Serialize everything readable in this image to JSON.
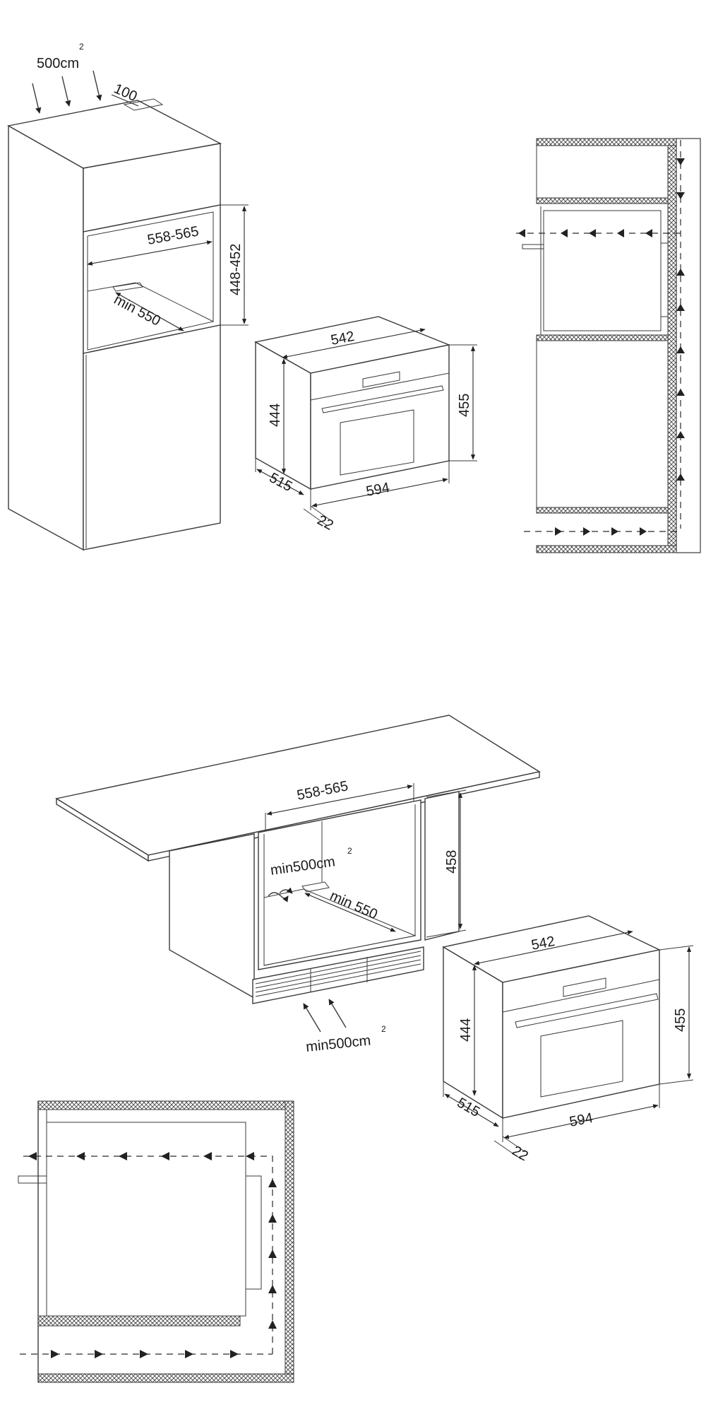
{
  "diagram_top": {
    "vent_area": "500cm",
    "vent_area_sup": "2",
    "vent_gap": "100",
    "niche_width": "558-565",
    "niche_height": "448-452",
    "niche_depth": "min 550"
  },
  "oven_top": {
    "width": "542",
    "height_body": "444",
    "height_front": "455",
    "depth": "515",
    "front_width": "594",
    "front_thickness": "22"
  },
  "diagram_bottom": {
    "niche_width": "558-565",
    "niche_height": "458",
    "niche_depth": "min 550",
    "vent_area_inner": "min500cm",
    "vent_area_inner_sup": "2",
    "vent_area_plinth": "min500cm",
    "vent_area_plinth_sup": "2"
  },
  "oven_bottom": {
    "width": "542",
    "height_body": "444",
    "height_front": "455",
    "depth": "515",
    "front_width": "594",
    "front_thickness": "22"
  }
}
